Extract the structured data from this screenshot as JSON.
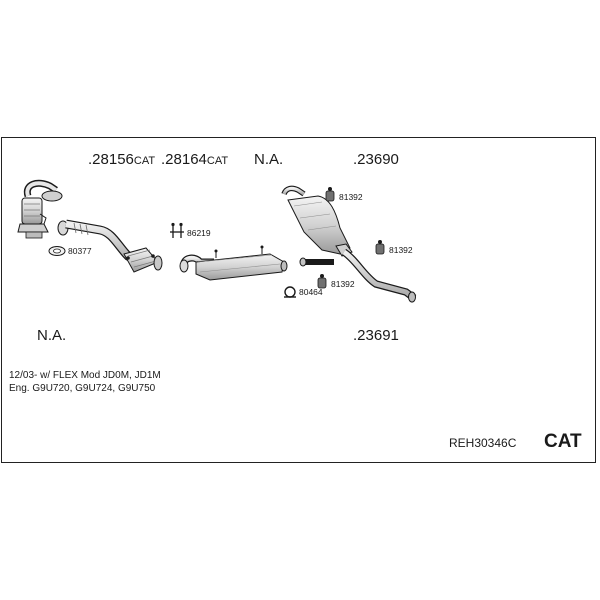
{
  "headline": {
    "part_28156": {
      "num": ".28156",
      "suffix": "CAT"
    },
    "part_28164": {
      "num": ".28164",
      "suffix": "CAT"
    },
    "na_top": "N.A.",
    "part_23690": ".23690"
  },
  "hardware": {
    "p86219": "86219",
    "p80377": "80377",
    "p81392_a": "81392",
    "p81392_b": "81392",
    "p81392_c": "81392",
    "p80464": "80464"
  },
  "bottom_row": {
    "na_bottom": "N.A.",
    "part_23691": ".23691"
  },
  "vehicle_info": {
    "line1": "12/03-   w/ FLEX   Mod JD0M, JD1M",
    "line2": "Eng. G9U720, G9U724, G9U750"
  },
  "footer": {
    "kit_code": "REH30346C",
    "badge": "CAT"
  },
  "colors": {
    "line": "#1a1a1a",
    "part_fill": "#e6e6e6",
    "part_dark": "#8a8a8a"
  }
}
